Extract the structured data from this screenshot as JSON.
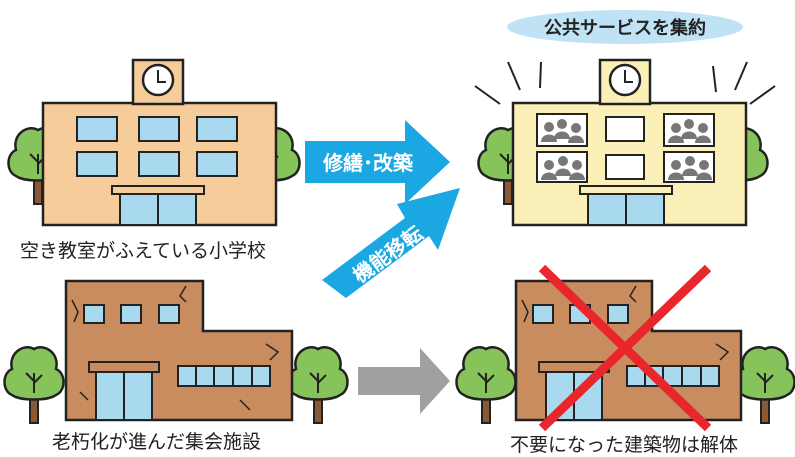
{
  "labels": {
    "school_caption": "空き教室がふえている小学校",
    "facility_caption": "老朽化が進んだ集会施設",
    "demolish_caption": "不要になった建築物は解体",
    "public_services": "公共サービスを集約",
    "renovation_arrow": "修繕･改築",
    "relocation_arrow": "機能移転"
  },
  "colors": {
    "school_wall": "#f6cd9a",
    "renovated_wall": "#fbf1b8",
    "old_wall": "#c98c5f",
    "window": "#a9d9ef",
    "tree": "#86c35b",
    "trunk": "#8a5a35",
    "arrow_blue": "#1aa7e2",
    "arrow_gray": "#a0a0a0",
    "cross": "#e8262b",
    "pill": "#bfe3f5"
  }
}
